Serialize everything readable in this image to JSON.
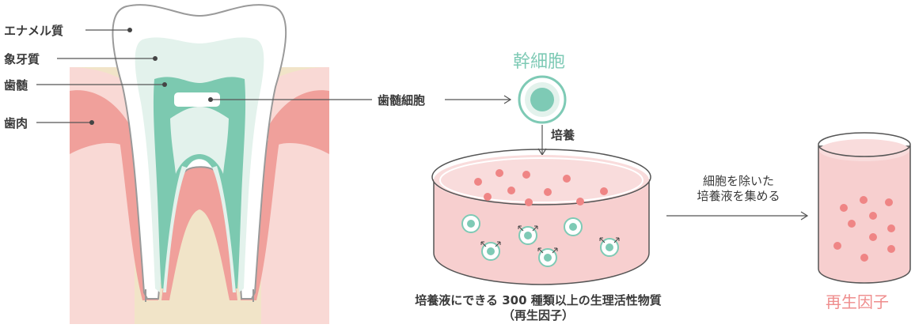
{
  "tooth_labels": {
    "enamel": "エナメル質",
    "dentin": "象牙質",
    "pulp": "歯髄",
    "gum": "歯肉"
  },
  "pulp_cell_label": "歯髄細胞",
  "stem_cell_label": "幹細胞",
  "culture_label": "培養",
  "process_label_line1": "細胞を除いた",
  "process_label_line2": "培養液を集める",
  "product_caption_line1": "培養液にできる 300 種類以上の生理活性物質",
  "product_caption_line2": "（再生因子）",
  "result_label": "再生因子",
  "colors": {
    "stem_green": "#7ecab5",
    "pulp_green": "#7cc9b0",
    "gum_pink": "#f0a09b",
    "bone_beige": "#f1e4c8",
    "fluid_pink": "#f7cfcf",
    "dot_pink": "#ef8585",
    "result_pink": "#ef8d8d"
  }
}
